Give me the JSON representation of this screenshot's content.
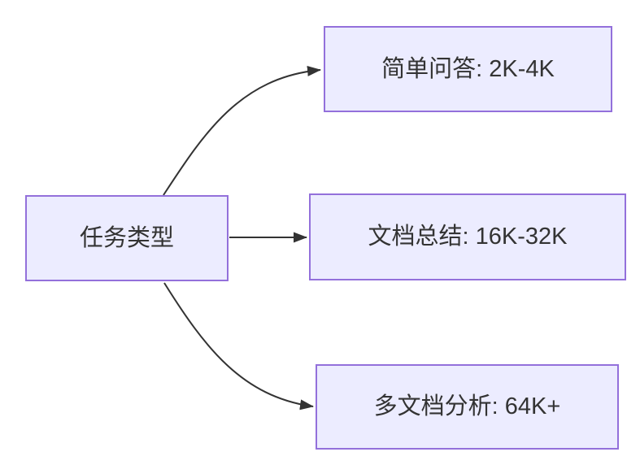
{
  "diagram": {
    "type": "flowchart-left-to-right",
    "colors": {
      "node_fill": "#ECECFF",
      "node_border": "#9370DB",
      "edge": "#333333",
      "text": "#333333",
      "background": "#ffffff"
    },
    "nodes": {
      "root": {
        "label": "任务类型"
      },
      "simple_qa": {
        "label": "简单问答: 2K-4K"
      },
      "doc_summary": {
        "label": "文档总结: 16K-32K"
      },
      "multi_doc": {
        "label": "多文档分析: 64K+"
      }
    },
    "edges": [
      {
        "from": "root",
        "to": "simple_qa"
      },
      {
        "from": "root",
        "to": "doc_summary"
      },
      {
        "from": "root",
        "to": "multi_doc"
      }
    ]
  }
}
